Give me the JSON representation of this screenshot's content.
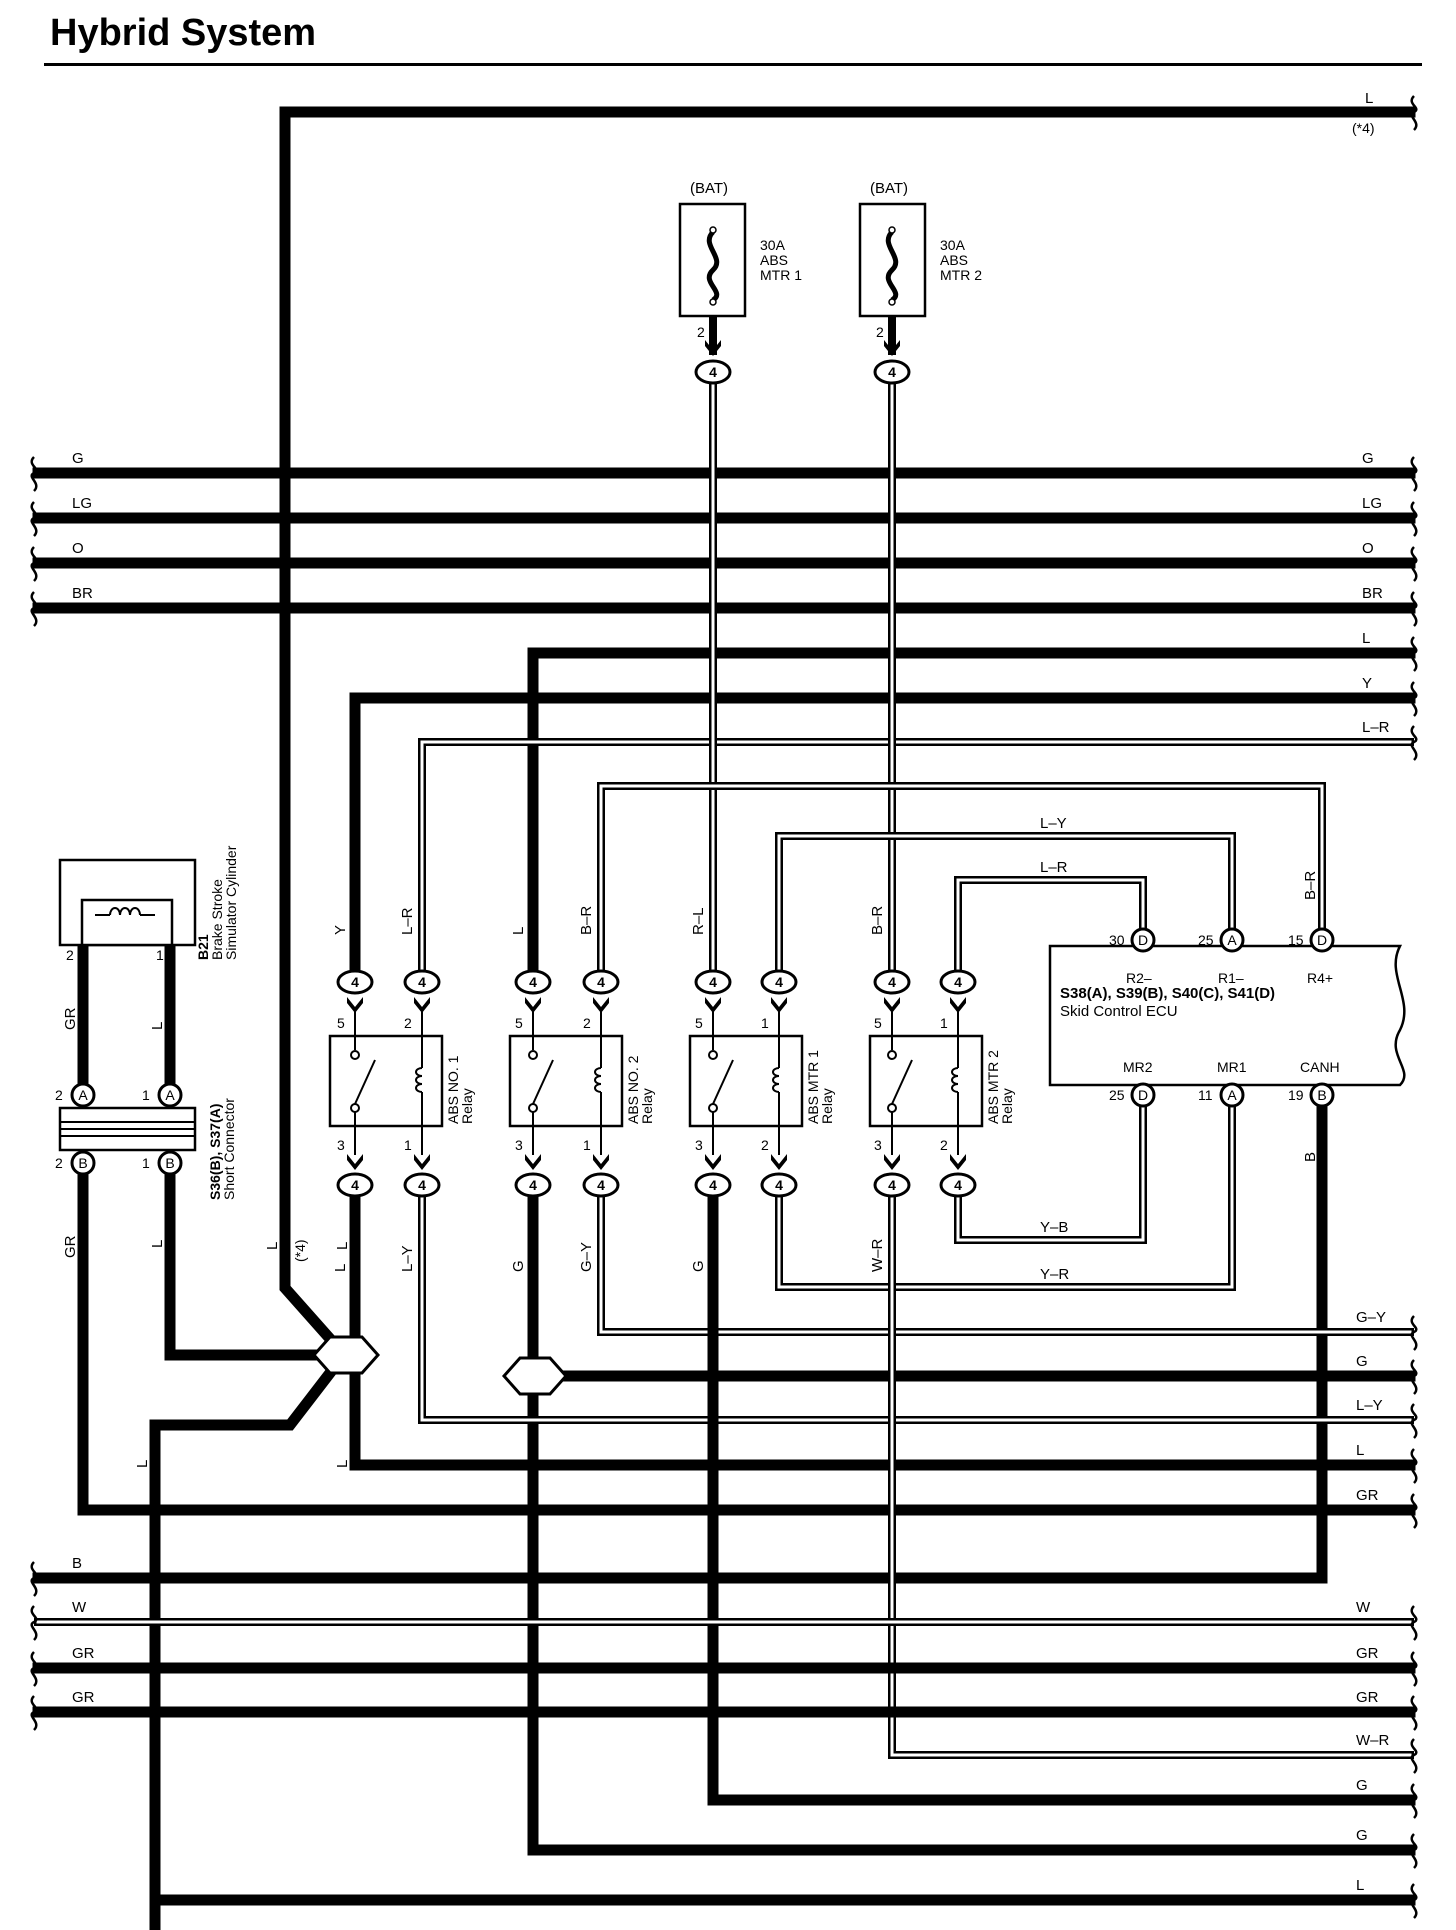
{
  "title": "Hybrid System",
  "bat_label": "(BAT)",
  "fuses": [
    {
      "rating": "30A",
      "line2": "ABS",
      "line3": "MTR 1",
      "pin": "2",
      "conn": "4"
    },
    {
      "rating": "30A",
      "line2": "ABS",
      "line3": "MTR 2",
      "pin": "2",
      "conn": "4"
    }
  ],
  "top_wire": {
    "color": "L",
    "note": "(*4)"
  },
  "bus_wires": [
    "G",
    "LG",
    "O",
    "BR"
  ],
  "right_wires_upper": [
    "L",
    "Y",
    "L–R"
  ],
  "relays": [
    {
      "name1": "ABS NO. 1",
      "name2": "Relay",
      "top_left_wire": "Y",
      "top_right_wire": "L–R",
      "bottom_left_wire": "L",
      "bottom_right_wire": "L–Y",
      "pins": [
        "5",
        "2",
        "3",
        "1"
      ]
    },
    {
      "name1": "ABS NO. 2",
      "name2": "Relay",
      "top_left_wire": "L",
      "top_right_wire": "B–R",
      "bottom_left_wire": "G",
      "bottom_right_wire": "G–Y",
      "pins": [
        "5",
        "2",
        "3",
        "1"
      ]
    },
    {
      "name1": "ABS MTR 1",
      "name2": "Relay",
      "top_left_wire": "R–L",
      "top_right_wire": "",
      "bottom_left_wire": "G",
      "bottom_right_wire": "",
      "pins": [
        "5",
        "1",
        "3",
        "2"
      ]
    },
    {
      "name1": "ABS MTR 2",
      "name2": "Relay",
      "top_left_wire": "B–R",
      "top_right_wire": "",
      "bottom_left_wire": "W–R",
      "bottom_right_wire": "",
      "pins": [
        "5",
        "1",
        "3",
        "2"
      ]
    }
  ],
  "relay_conn": "4",
  "ecu": {
    "title": "S38(A), S39(B), S40(C), S41(D)",
    "subtitle": "Skid Control ECU",
    "top_pins": [
      {
        "num": "30",
        "conn": "D",
        "name": "R2–"
      },
      {
        "num": "25",
        "conn": "A",
        "name": "R1–"
      },
      {
        "num": "15",
        "conn": "D",
        "name": "R4+"
      }
    ],
    "bottom_pins": [
      {
        "num": "25",
        "conn": "D",
        "name": "MR2"
      },
      {
        "num": "11",
        "conn": "A",
        "name": "MR1"
      },
      {
        "num": "19",
        "conn": "B",
        "name": "CANH"
      }
    ],
    "wire_labels": {
      "ly_top": "L–Y",
      "lr_top": "L–R",
      "br": "B–R",
      "yb": "Y–B",
      "yr": "Y–R",
      "b": "B"
    }
  },
  "brake_sensor": {
    "code": "B21",
    "name1": "Brake Stroke",
    "name2": "Simulator Cylinder",
    "pins": [
      "2",
      "1"
    ],
    "wires": [
      "GR",
      "L"
    ]
  },
  "short_connector": {
    "code": "S36(B), S37(A)",
    "name": "Short Connector",
    "top_pins": [
      {
        "num": "2",
        "conn": "A"
      },
      {
        "num": "1",
        "conn": "A"
      }
    ],
    "bottom_pins": [
      {
        "num": "2",
        "conn": "B"
      },
      {
        "num": "1",
        "conn": "B"
      }
    ],
    "wires": [
      "GR",
      "L"
    ]
  },
  "left_vertical_labels": {
    "main_l": "L",
    "main_note": "(*4)",
    "splice_l1": "L",
    "splice_l2": "L",
    "short_l": "L"
  },
  "right_wires_lower": [
    "G–Y",
    "G",
    "L–Y",
    "L",
    "GR"
  ],
  "bottom_bus_left": [
    "B",
    "W",
    "GR",
    "GR"
  ],
  "bottom_bus_right": [
    "W",
    "GR",
    "GR",
    "W–R",
    "G",
    "G",
    "L"
  ],
  "colors": {
    "ink": "#000000",
    "paper": "#ffffff"
  }
}
